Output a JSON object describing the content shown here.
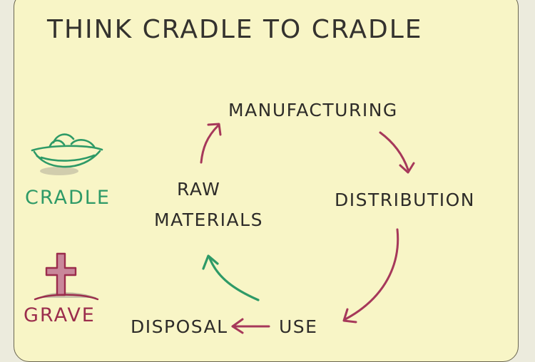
{
  "title": "THINK CRADLE TO CRADLE",
  "cycle": {
    "manufacturing": "MANUFACTURING",
    "distribution": "DISTRIBUTION",
    "use": "USE",
    "disposal": "DISPOSAL",
    "raw_materials_line1": "RAW",
    "raw_materials_line2": "MATERIALS"
  },
  "legend": {
    "cradle": "CRADLE",
    "grave": "GRAVE"
  },
  "icons": {
    "cradle": "cradle-basket-icon",
    "grave": "grave-cross-icon"
  },
  "colors": {
    "paper": "#f8f5c6",
    "ink": "#2e2c29",
    "arrow_red": "#a6385a",
    "arrow_green": "#2e9a67",
    "cradle_green": "#2e9a67",
    "grave_red": "#9b2d4c"
  }
}
